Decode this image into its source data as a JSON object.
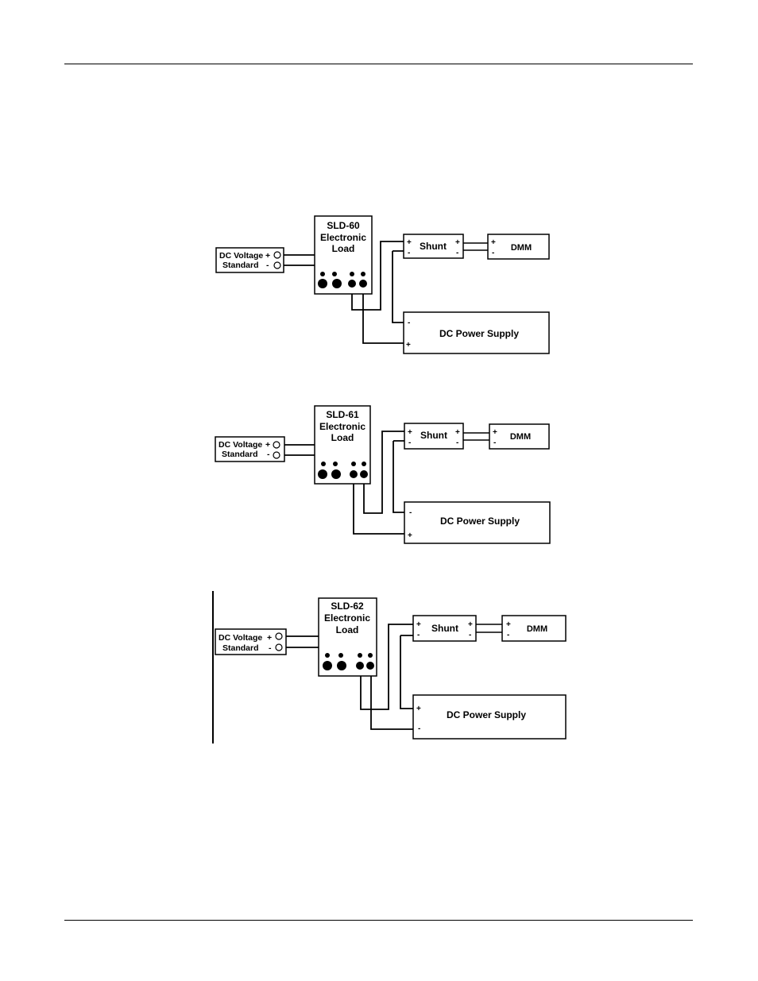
{
  "diagrams": [
    {
      "load": {
        "model": "SLD-60",
        "line2": "Electronic",
        "line3": "Load"
      },
      "standard": {
        "line1": "DC Voltage",
        "line2": "Standard",
        "plus": "+",
        "minus": "-"
      },
      "shunt": {
        "label": "Shunt",
        "plus": "+",
        "minus": "-"
      },
      "dmm": {
        "label": "DMM",
        "plus": "+",
        "minus": "-"
      },
      "power_supply": {
        "label": "DC Power Supply",
        "top_terminal": "-",
        "bottom_terminal": "+"
      }
    },
    {
      "load": {
        "model": "SLD-61",
        "line2": "Electronic",
        "line3": "Load"
      },
      "standard": {
        "line1": "DC Voltage",
        "line2": "Standard",
        "plus": "+",
        "minus": "-"
      },
      "shunt": {
        "label": "Shunt",
        "plus": "+",
        "minus": "-"
      },
      "dmm": {
        "label": "DMM",
        "plus": "+",
        "minus": "-"
      },
      "power_supply": {
        "label": "DC Power Supply",
        "top_terminal": "-",
        "bottom_terminal": "+"
      }
    },
    {
      "load": {
        "model": "SLD-62",
        "line2": "Electronic",
        "line3": "Load"
      },
      "standard": {
        "line1": "DC Voltage",
        "line2": "Standard",
        "plus": "+",
        "minus": "-"
      },
      "shunt": {
        "label": "Shunt",
        "plus": "+",
        "minus": "-"
      },
      "dmm": {
        "label": "DMM",
        "plus": "+",
        "minus": "-"
      },
      "power_supply": {
        "label": "DC Power Supply",
        "top_terminal": "+",
        "bottom_terminal": "-"
      }
    }
  ]
}
